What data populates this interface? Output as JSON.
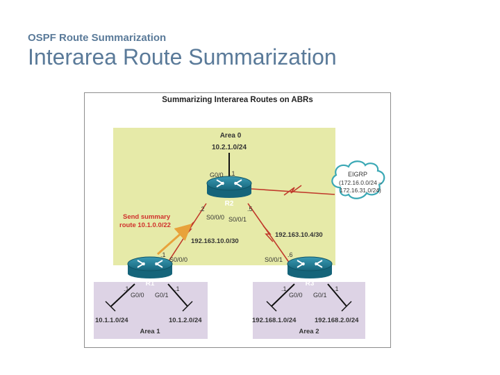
{
  "slide": {
    "subtitle": "OSPF Route Summarization",
    "title": "Interarea Route Summarization"
  },
  "figure": {
    "title": "Summarizing Interarea Routes on ABRs",
    "areas": {
      "area0": {
        "name": "Area 0",
        "network": "10.2.1.0/24"
      },
      "area1": {
        "name": "Area 1"
      },
      "area2": {
        "name": "Area 2"
      }
    },
    "routers": {
      "r1": {
        "name": "R1",
        "s000": "S0/0/0",
        "g00": "G0/0",
        "g01": "G0/1",
        "dot_s": ".1",
        "dot_g00": ".1",
        "dot_g01": ".1"
      },
      "r2": {
        "name": "R2",
        "g00": "G0/0",
        "s000": "S0/0/0",
        "s001": "S0/0/1",
        "dot_g00": ".1",
        "dot_s000": ".2",
        "dot_s001": ".5"
      },
      "r3": {
        "name": "R3",
        "s001": "S0/0/1",
        "g00": "G0/0",
        "g01": "G0/1",
        "dot_s": ".6",
        "dot_g00": ".1",
        "dot_g01": ".1"
      }
    },
    "links": {
      "r1_r2": "192.163.10.0/30",
      "r2_r3": "192.163.10.4/30"
    },
    "lans": {
      "r1_g00": "10.1.1.0/24",
      "r1_g01": "10.1.2.0/24",
      "r3_g00": "192.168.1.0/24",
      "r3_g01": "192.168.2.0/24"
    },
    "eigrp": {
      "label": "EIGRP",
      "range_line1": "(172.16.0.0/24 –",
      "range_line2": "172.16.31.0/24)"
    },
    "summary_note": {
      "line1": "Send summary",
      "line2": "route 10.1.0.0/22"
    },
    "colors": {
      "area0_fill": "#e6eaa8",
      "area_other_fill": "#ddd3e5",
      "router_fill": "#1d7c94",
      "serial_link": "#c0392b",
      "arrow": "#e8a23a",
      "summary_text": "#d0312d",
      "cloud_outline": "#3aa8b5"
    }
  }
}
